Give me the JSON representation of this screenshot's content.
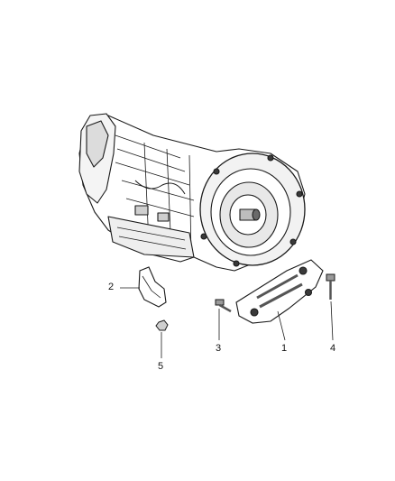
{
  "callouts": [
    {
      "label": "1",
      "part": "transmission-support-bracket"
    },
    {
      "label": "2",
      "part": "heat-shield"
    },
    {
      "label": "3",
      "part": "bolt"
    },
    {
      "label": "4",
      "part": "bolt"
    },
    {
      "label": "5",
      "part": "nut"
    }
  ],
  "colors": {
    "line": "#1a1a1a",
    "fill": "#ffffff",
    "shade": "#3a3a3a"
  }
}
